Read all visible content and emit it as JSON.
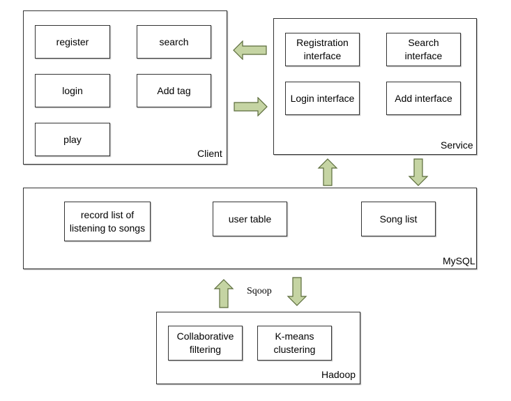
{
  "client": {
    "label": "Client",
    "boxes": {
      "register": "register",
      "search": "search",
      "login": "login",
      "add_tag": "Add tag",
      "play": "play"
    }
  },
  "service": {
    "label": "Service",
    "boxes": {
      "registration_interface": "Registration\ninterface",
      "search_interface": "Search\ninterface",
      "login_interface": "Login interface",
      "add_interface": "Add interface"
    }
  },
  "mysql": {
    "label": "MySQL",
    "boxes": {
      "record_list": "record list of\nlistening to songs",
      "user_table": "user table",
      "song_list": "Song list"
    }
  },
  "hadoop": {
    "label": "Hadoop",
    "boxes": {
      "collaborative_filtering": "Collaborative\nfiltering",
      "kmeans_clustering": "K-means\nclustering"
    }
  },
  "sqoop_label": "Sqoop",
  "colors": {
    "arrow_fill": "#c5d4a3",
    "arrow_stroke": "#5a6b3a",
    "border": "#333333"
  }
}
